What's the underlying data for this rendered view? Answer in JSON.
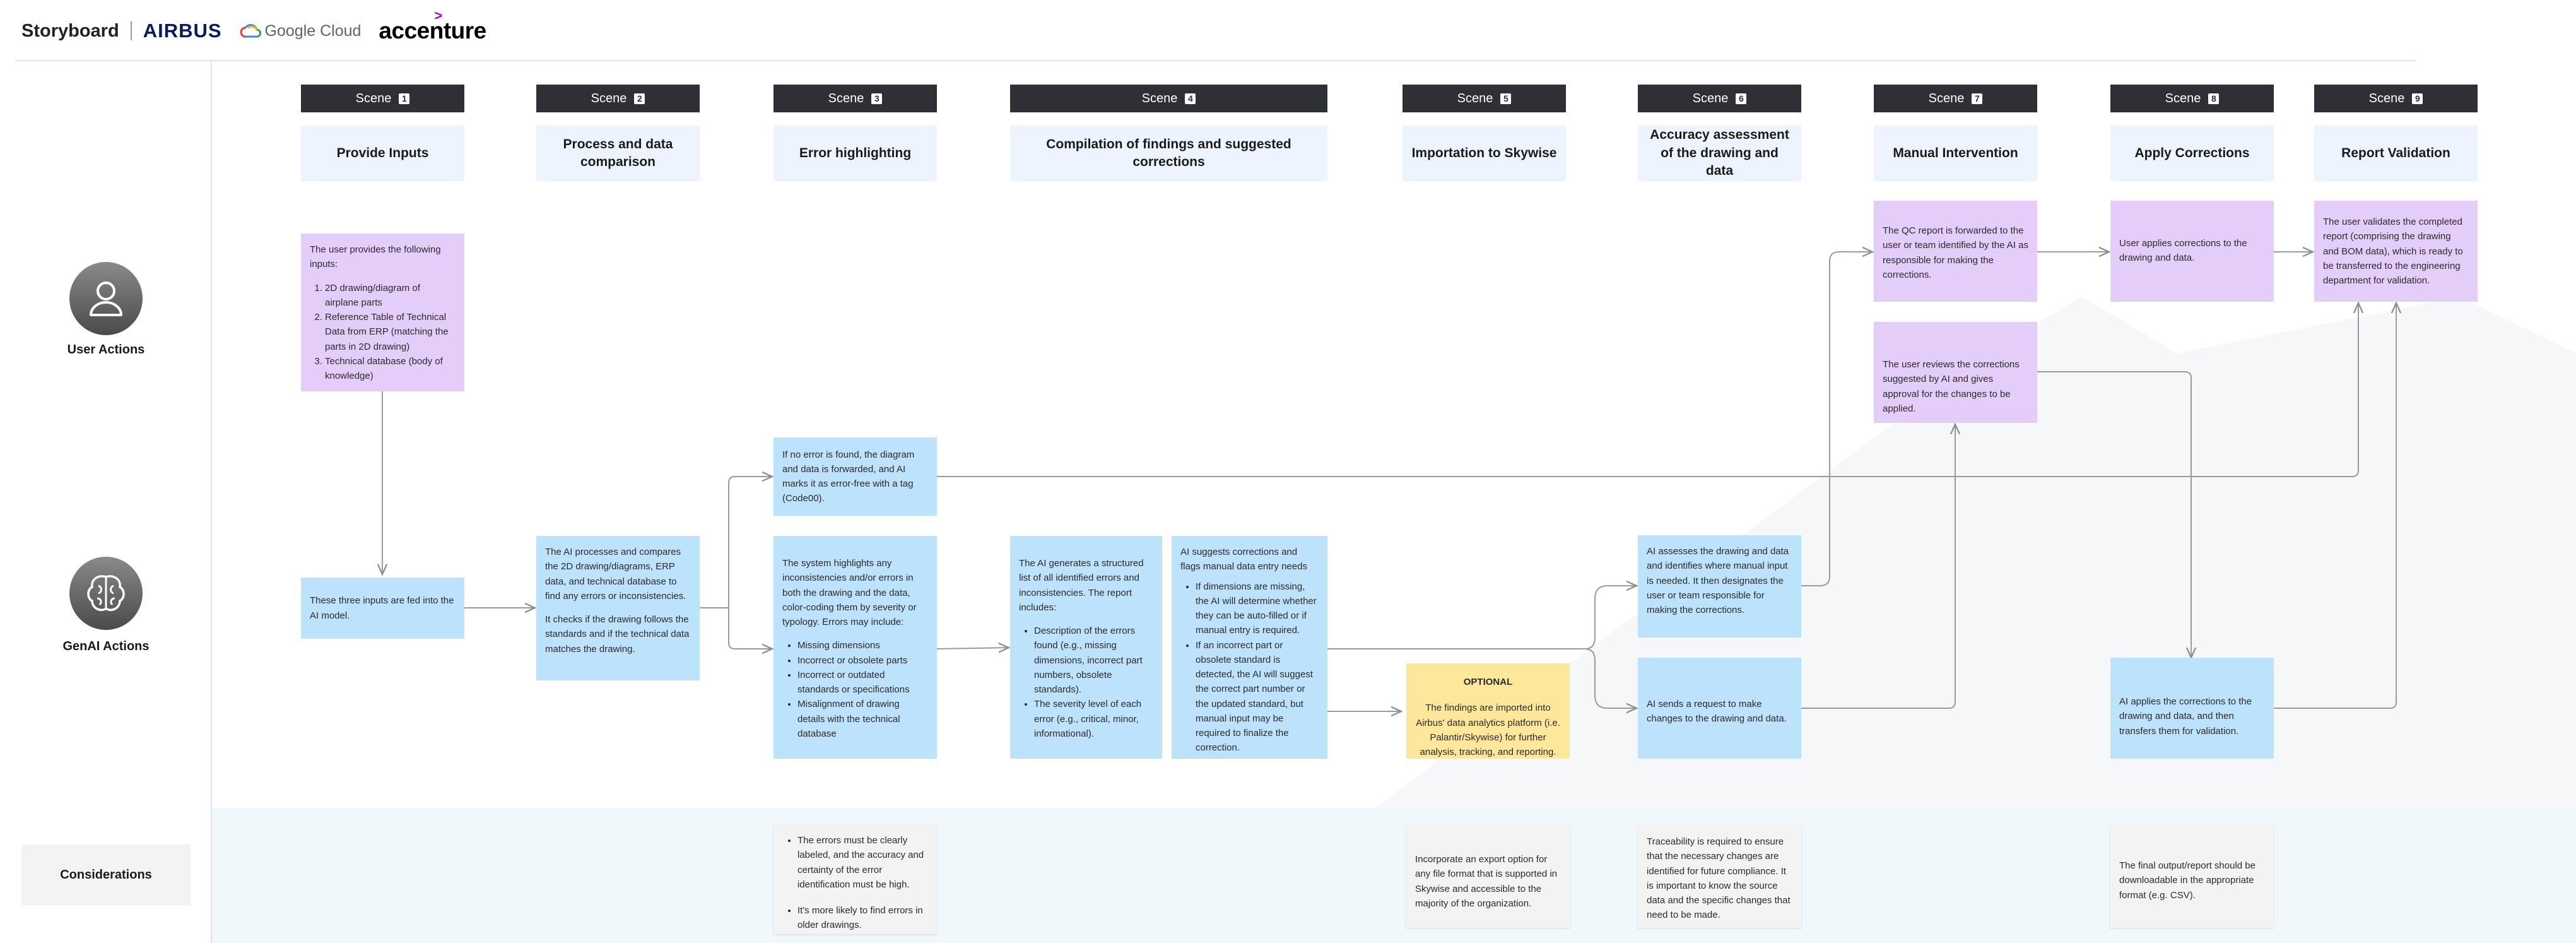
{
  "brand": {
    "storyboard": "Storyboard",
    "airbus": "AIRBUS",
    "google_cloud": "Google Cloud",
    "accenture": "accenture"
  },
  "lanes": {
    "user": "User Actions",
    "genai": "GenAI Actions",
    "considerations": "Considerations"
  },
  "scene_label": "Scene",
  "scenes": [
    {
      "num": "1",
      "title": "Provide Inputs"
    },
    {
      "num": "2",
      "title": "Process and data comparison"
    },
    {
      "num": "3",
      "title": "Error highlighting"
    },
    {
      "num": "4",
      "title": "Compilation of findings and suggested corrections"
    },
    {
      "num": "5",
      "title": "Importation to Skywise"
    },
    {
      "num": "6",
      "title": "Accuracy assessment of the drawing and data"
    },
    {
      "num": "7",
      "title": "Manual Intervention"
    },
    {
      "num": "8",
      "title": "Apply Corrections"
    },
    {
      "num": "9",
      "title": "Report Validation"
    }
  ],
  "cards": {
    "user_inputs": {
      "intro": "The user provides the following inputs:",
      "items": [
        "2D drawing/diagram of airplane parts",
        "Reference Table of Technical Data from ERP (matching the parts in 2D drawing)",
        "Technical database (body of knowledge)"
      ]
    },
    "fed_into_ai": "These three inputs are fed into the AI model.",
    "process": {
      "p1": "The AI processes and compares the 2D drawing/diagrams, ERP data, and technical database to find any errors or inconsistencies.",
      "p2": "It checks if the drawing follows the standards and if the technical data matches the drawing."
    },
    "no_error": "If no error is found, the diagram and data is forwarded, and AI marks it as error-free with a tag (Code00).",
    "highlight": {
      "intro": "The system highlights any inconsistencies and/or errors in both the drawing and the data, color-coding them by severity or typology. Errors may include:",
      "items": [
        "Missing dimensions",
        "Incorrect or obsolete parts",
        "Incorrect or outdated standards or specifications",
        "Misalignment of drawing details with the technical database"
      ]
    },
    "report": {
      "intro": "The AI generates a structured list of all identified errors and inconsistencies. The report includes:",
      "items": [
        "Description of the errors found (e.g., missing dimensions, incorrect part numbers, obsolete standards).",
        "The severity level of each error (e.g., critical, minor, informational)."
      ]
    },
    "suggest": {
      "intro": "AI suggests corrections and flags manual data entry needs",
      "items": [
        "If dimensions are missing, the AI will determine whether they can be auto-filled or if manual entry is required.",
        "If an incorrect part or obsolete standard is detected, the AI will suggest the correct part number or the updated standard, but manual input may be required to finalize the correction."
      ]
    },
    "optional": {
      "title": "OPTIONAL",
      "body": "The findings are imported into Airbus' data analytics platform (i.e. Palantir/Skywise) for further analysis, tracking, and reporting."
    },
    "assess": "AI assesses the drawing and data and identifies where manual input is needed. It then designates the user or team responsible for making the corrections.",
    "send_request": "AI sends a request to make changes to the drawing and data.",
    "qc_report": "The QC report is forwarded to the user or team identified by the AI as responsible for making the corrections.",
    "reviews": "The user reviews the corrections suggested by AI and gives approval for the changes to be applied.",
    "user_applies": "User applies corrections to the drawing and data.",
    "ai_applies": "AI applies the corrections to the drawing and data, and then transfers them for validation.",
    "validates": "The user validates the completed report (comprising the drawing and BOM data), which is ready to be transferred to the engineering department for validation."
  },
  "considerations": {
    "errors": {
      "items": [
        "The errors must be clearly labeled, and the accuracy and certainty of the error identification must be high.",
        "It's more likely to find errors in older drawings."
      ]
    },
    "export": "Incorporate an export option for any file format that is supported in Skywise and accessible to the majority of the organization.",
    "traceability": "Traceability is required to ensure that the necessary changes are identified for future compliance. It is important to know the source data and the specific changes that need to be made.",
    "final_output": "The final output/report should be downloadable in the appropriate format (e.g. CSV)."
  },
  "colors": {
    "user_card": "#e5cdfa",
    "ai_card": "#bde2fb",
    "optional_card": "#fde79a",
    "scene_header": "#2f3035",
    "scene_title": "#eef4ff",
    "considerations_band": "#f1f8fc",
    "accent_accenture": "#a100ff"
  },
  "icons": {
    "user": "person-icon",
    "genai": "brain-icon",
    "google_cloud": "cloud-icon"
  }
}
